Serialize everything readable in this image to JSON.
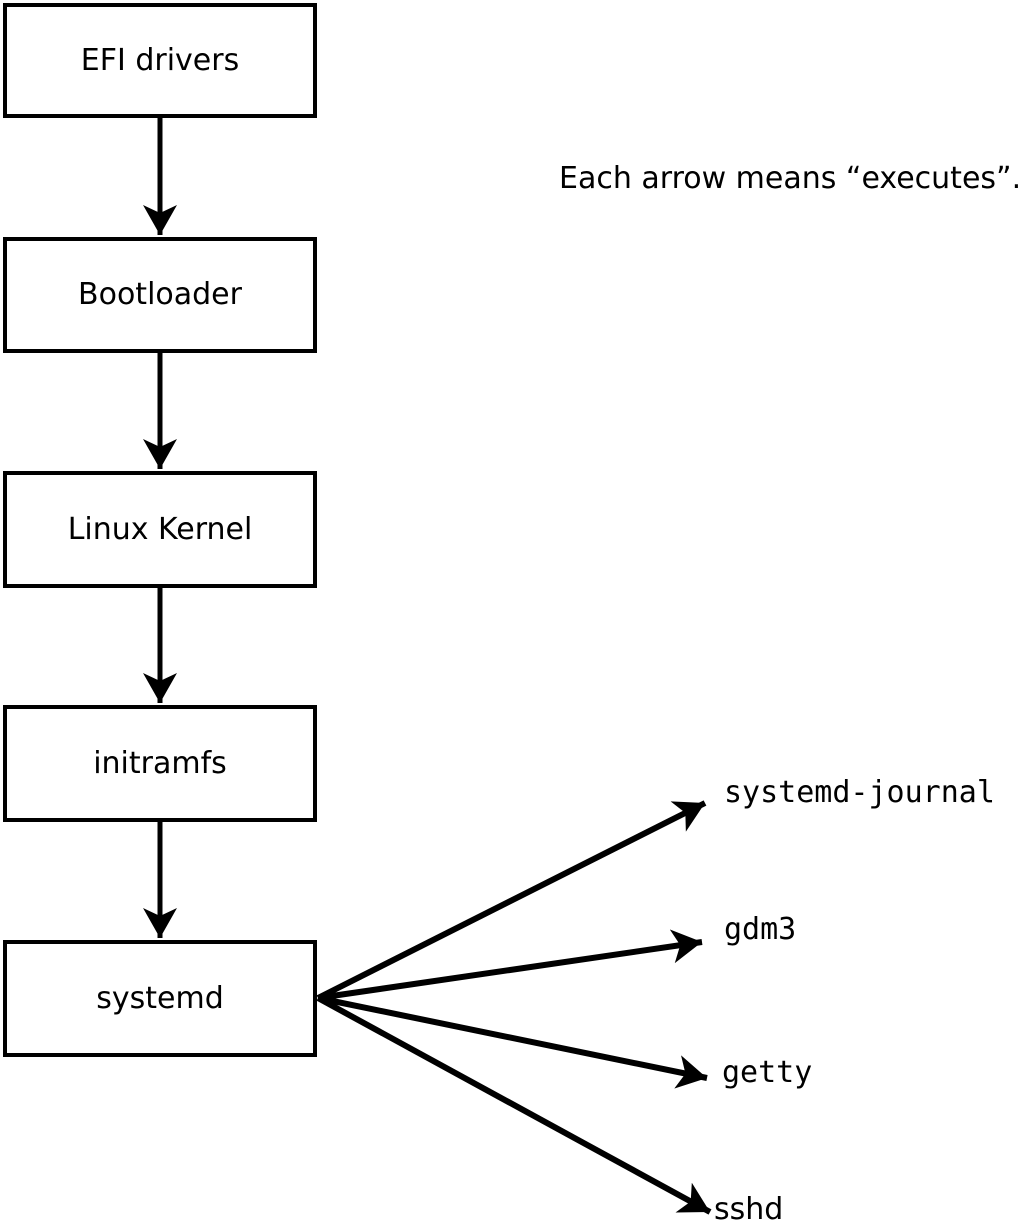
{
  "diagram": {
    "caption": "Each arrow means “executes”.",
    "arrow_relation": "executes",
    "boxes": [
      {
        "id": "efi-drivers",
        "label": "EFI drivers"
      },
      {
        "id": "bootloader",
        "label": "Bootloader"
      },
      {
        "id": "linux-kernel",
        "label": "Linux Kernel"
      },
      {
        "id": "initramfs",
        "label": "initramfs"
      },
      {
        "id": "systemd",
        "label": "systemd"
      }
    ],
    "process_labels": [
      {
        "id": "systemd-journal",
        "label": "systemd-journal"
      },
      {
        "id": "gdm3",
        "label": "gdm3"
      },
      {
        "id": "getty",
        "label": "getty"
      },
      {
        "id": "sshd",
        "label": "sshd"
      }
    ],
    "edges": [
      {
        "from": "EFI drivers",
        "to": "Bootloader"
      },
      {
        "from": "Bootloader",
        "to": "Linux Kernel"
      },
      {
        "from": "Linux Kernel",
        "to": "initramfs"
      },
      {
        "from": "initramfs",
        "to": "systemd"
      },
      {
        "from": "systemd",
        "to": "systemd-journal"
      },
      {
        "from": "systemd",
        "to": "gdm3"
      },
      {
        "from": "systemd",
        "to": "getty"
      },
      {
        "from": "systemd",
        "to": "sshd"
      }
    ],
    "colors": {
      "line": "#000000",
      "box_border": "#000000",
      "box_fill": "#ffffff",
      "background": "#ffffff",
      "text": "#000000"
    }
  }
}
